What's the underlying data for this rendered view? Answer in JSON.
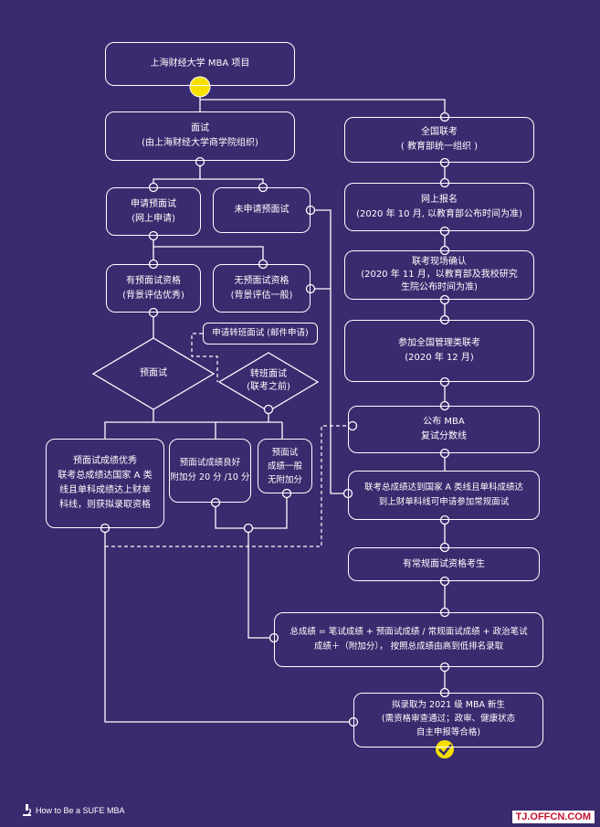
{
  "nodes": {
    "top": [
      "上海财经大学 MBA 项目"
    ],
    "interview": [
      "面试",
      "(由上海财经大学商学院组织)"
    ],
    "national_exam": [
      "全国联考",
      "( 教育部统一组织 )"
    ],
    "apply_pre": [
      "申请预面试",
      "(网上申请)"
    ],
    "no_apply_pre": [
      "未申请预面试"
    ],
    "online_reg": [
      "网上报名",
      "(2020 年 10 月, 以教育部公布时间为准)"
    ],
    "qualified": [
      "有预面试资格",
      "(背景评估优秀)"
    ],
    "not_qualified": [
      "无预面试资格",
      "(背景评估一般)"
    ],
    "onsite_confirm": [
      "联考现场确认",
      "(2020 年 11 月，以教育部及我校研究",
      "生院公布时间为准)"
    ],
    "transfer_apply": [
      "申请转班面试 (邮件申请)"
    ],
    "join_exam": [
      "参加全国管理类联考",
      "(2020 年 12 月)"
    ],
    "pre_interview": [
      "预面试"
    ],
    "transfer_interview": [
      "转班面试",
      "(联考之前)"
    ],
    "publish_line": [
      "公布 MBA",
      "复试分数线"
    ],
    "result_excellent": [
      "预面试成绩优秀",
      "联考总成绩达国家 A 类",
      "线且单科成绩达上财单",
      "科线，则获拟录取资格"
    ],
    "result_good": [
      "预面试成绩良好",
      "附加分 20 分 /10 分"
    ],
    "result_normal": [
      "预面试",
      "成绩一般",
      "无附加分"
    ],
    "regular_eligible": [
      "联考总成绩达到国家 A 类线且单科成绩达",
      "到上财单科线可申请参加常规面试"
    ],
    "regular_candidate": [
      "有常规面试资格考生"
    ],
    "total_score": [
      "总成绩 = 笔试成绩 + 预面试成绩 / 常规面试成绩 + 政治笔试",
      "成绩＋（附加分）， 按照总成绩由高到低排名录取"
    ],
    "admit": [
      "拟录取为 2021 级 MBA 新生",
      "(需资格审查通过；政审、健康状态",
      "自主申报等合格)"
    ]
  },
  "footer": {
    "text": "How to Be a  SUFE MBA"
  },
  "watermark": {
    "text": "TJ.OFFCN.COM"
  },
  "colors": {
    "background": "#3a2a6e",
    "line": "#ffffff",
    "start_dot": "#f5e000",
    "check": "#f5e000"
  },
  "icons": {
    "footer_icon": "microscope-icon",
    "end_icon": "check-circle-icon"
  }
}
